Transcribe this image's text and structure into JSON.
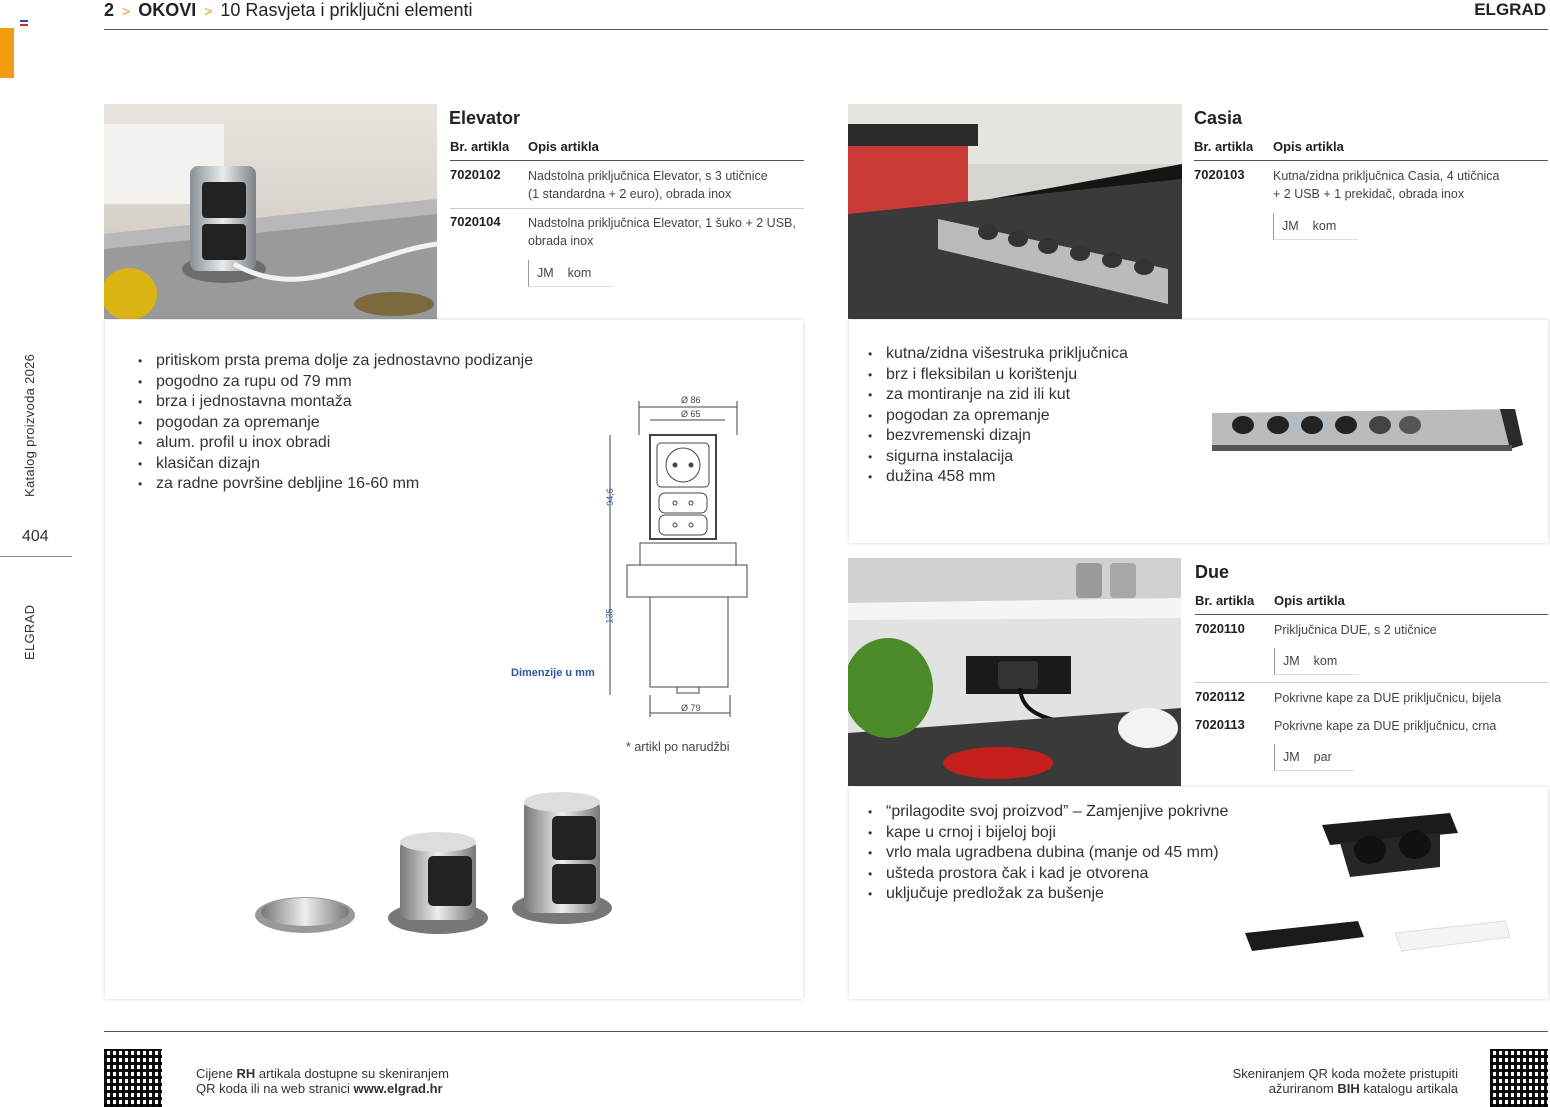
{
  "header": {
    "chapter_num": "2",
    "chapter": "OKOVI",
    "section": "10  Rasvjeta i priključni elementi",
    "brand": "ELGRAD"
  },
  "sidebar": {
    "catalog": "Katalog proizvoda 2026",
    "page": "404",
    "brand": "ELGRAD"
  },
  "table_headers": {
    "code": "Br. artikla",
    "desc": "Opis artikla"
  },
  "elevator": {
    "title": "Elevator",
    "items": [
      {
        "code": "7020102",
        "desc1": "Nadstolna priključnica Elevator, s 3 utičnice",
        "desc2": "(1 standardna + 2 euro), obrada inox"
      },
      {
        "code": "7020104",
        "desc1": "Nadstolna priključnica Elevator, 1 šuko + 2 USB,",
        "desc2": "obrada inox"
      }
    ],
    "jm_label": "JM",
    "jm_value": "kom",
    "features": [
      "pritiskom prsta prema dolje za jednostavno podizanje",
      "pogodno za rupu od 79 mm",
      "brza i jednostavna montaža",
      "pogodan za opremanje",
      "alum. profil u inox obradi",
      "klasičan dizajn",
      "za radne površine debljine 16-60 mm"
    ],
    "dims": {
      "d86": "Ø 86",
      "d65": "Ø 65",
      "h946": "94,6",
      "h135": "135",
      "d79": "Ø 79"
    },
    "dims_caption": "Dimenzije u mm",
    "note": "* artikl po narudžbi"
  },
  "casia": {
    "title": "Casia",
    "items": [
      {
        "code": "7020103",
        "desc1": "Kutna/zidna priključnica Casia, 4 utičnica",
        "desc2": "+ 2 USB + 1 prekidač, obrada inox"
      }
    ],
    "jm_label": "JM",
    "jm_value": "kom",
    "features": [
      "kutna/zidna višestruka priključnica",
      "brz i fleksibilan u korištenju",
      "za montiranje na zid ili kut",
      "pogodan za opremanje",
      "bezvremenski dizajn",
      "sigurna instalacija",
      "dužina 458 mm"
    ]
  },
  "due": {
    "title": "Due",
    "items": [
      {
        "code": "7020110",
        "desc1": "Priključnica DUE, s 2 utičnice"
      },
      {
        "code": "7020112",
        "desc1": "Pokrivne kape za DUE priključnicu, bijela"
      },
      {
        "code": "7020113",
        "desc1": "Pokrivne kape za DUE priključnicu, crna"
      }
    ],
    "jm1_label": "JM",
    "jm1_value": "kom",
    "jm2_label": "JM",
    "jm2_value": "par",
    "features": [
      "“prilagodite svoj proizvod” – Zamjenjive pokrivne",
      "kape u crnoj i bijeloj boji",
      "vrlo mala ugradbena dubina (manje od 45 mm)",
      "ušteda prostora čak i kad je otvorena",
      "uključuje predložak za bušenje"
    ]
  },
  "footer": {
    "left_pre": "Cijene ",
    "left_bold": "RH",
    "left_mid": " artikala dostupne su skeniranjem",
    "left_line2": "QR koda ili na web stranici ",
    "left_url": "www.elgrad.hr",
    "right_line1": "Skeniranjem QR koda možete pristupiti",
    "right_pre2": "ažuriranom ",
    "right_bold2": "BIH",
    "right_post2": " katalogu artikala"
  },
  "colors": {
    "accent": "#f39c12"
  }
}
